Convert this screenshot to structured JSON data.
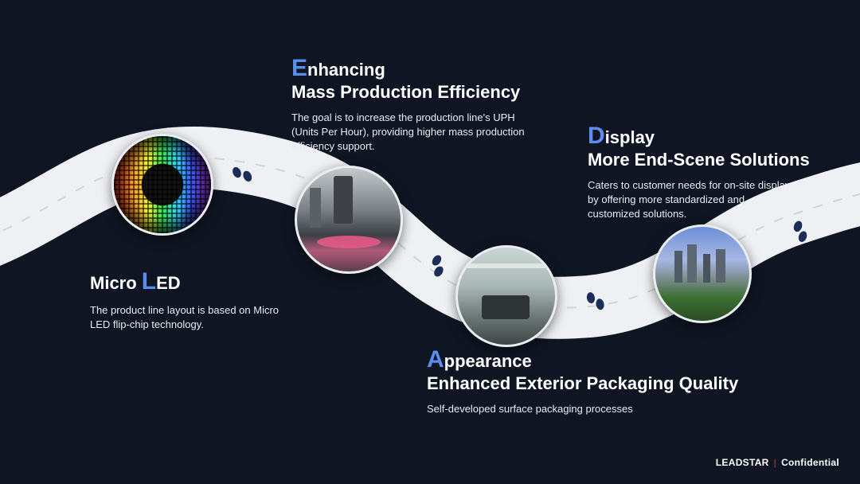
{
  "sections": [
    {
      "initial": "M",
      "rest_line1": "icro ",
      "initial2": "L",
      "rest2": "ED",
      "desc": "The product line layout is based on Micro LED flip-chip technology."
    },
    {
      "initial": "E",
      "rest_line1": "nhancing",
      "line2": "Mass Production Efficiency",
      "desc": "The goal is to increase the production line's UPH (Units Per Hour), providing higher mass production efficiency support."
    },
    {
      "initial": "D",
      "rest_line1": "isplay",
      "line2": "More End-Scene Solutions",
      "desc": "Caters to customer needs for on-site display by offering more standardized and customized solutions."
    },
    {
      "initial": "A",
      "rest_line1": "ppearance",
      "line2": "Enhanced Exterior Packaging Quality",
      "desc": "Self-developed surface packaging processes"
    }
  ],
  "images": {
    "micro_led": "micro-led-wafer-image",
    "production": "production-machine-image",
    "packaging": "packaging-equipment-image",
    "display": "city-display-image"
  },
  "footer": {
    "brand": "LEADSTAR",
    "separator": "|",
    "label": "Confidential"
  },
  "colors": {
    "background": "#0f1523",
    "accent": "#5b8def",
    "road": "#eef0f3",
    "footprint": "#1c2d57"
  }
}
